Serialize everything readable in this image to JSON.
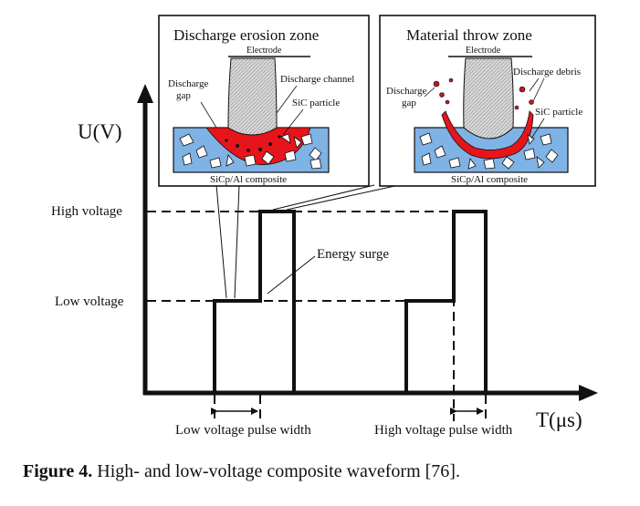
{
  "axes": {
    "y_label": "U(V)",
    "x_label": "T(μs)",
    "high_voltage_label": "High voltage",
    "low_voltage_label": "Low voltage"
  },
  "annotations": {
    "energy_surge": "Energy surge",
    "low_pulse_width": "Low voltage pulse width",
    "high_pulse_width": "High voltage pulse width"
  },
  "inset_left": {
    "title": "Discharge erosion zone",
    "electrode": "Electrode",
    "gap_line1": "Discharge",
    "gap_line2": "gap",
    "channel": "Discharge channel",
    "particle": "SiC particle",
    "composite": "SiCp/Al composite"
  },
  "inset_right": {
    "title": "Material throw zone",
    "electrode": "Electrode",
    "gap_line1": "Discharge",
    "gap_line2": "gap",
    "debris": "Discharge debris",
    "particle": "SiC particle",
    "composite": "SiCp/Al composite"
  },
  "caption": {
    "label": "Figure 4.",
    "text": " High- and low-voltage composite waveform [76]."
  },
  "colors": {
    "composite_fill": "#7fb2e5",
    "erosion_red": "#e8141b",
    "electrode_gray": "#d4d4d4"
  }
}
